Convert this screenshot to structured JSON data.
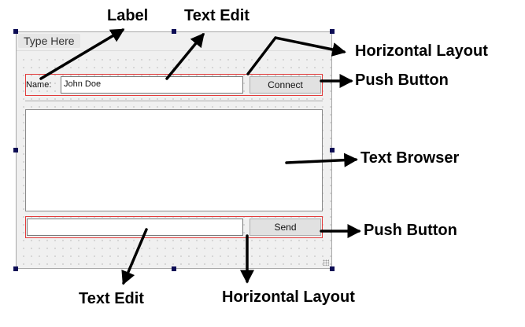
{
  "form": {
    "menu_item": "Type Here",
    "name_label": "Name:",
    "name_value": "John Doe",
    "connect_button": "Connect",
    "send_button": "Send",
    "message_value": ""
  },
  "annotations": {
    "label": "Label",
    "text_edit_top": "Text Edit",
    "horizontal_layout_top": "Horizontal Layout",
    "push_button_top": "Push Button",
    "text_browser": "Text Browser",
    "push_button_bottom": "Push Button",
    "text_edit_bottom": "Text Edit",
    "horizontal_layout_bottom": "Horizontal Layout"
  },
  "colors": {
    "layout_border": "#e23b3b",
    "handle": "#0d0d55",
    "form_background": "#f0f0f0"
  }
}
